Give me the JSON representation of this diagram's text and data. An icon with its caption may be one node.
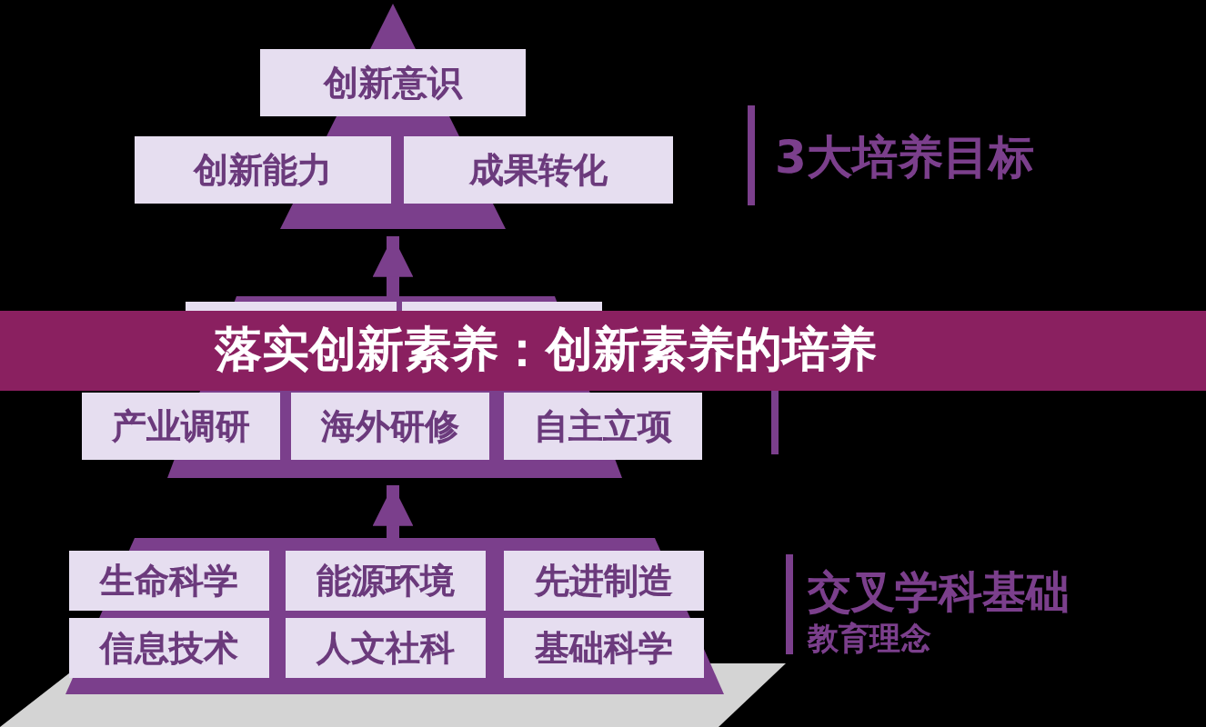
{
  "diagram": {
    "title": "落实创新素养：创新素养的培养",
    "nodes": [
      {
        "text": [],
        "shape": "triangle"
      },
      {
        "text": [
          "创新意识"
        ]
      },
      {
        "text": [
          "创新能力"
        ]
      },
      {
        "text": [
          "成果转化"
        ]
      },
      {
        "text": [],
        "shape": "trapezoid"
      },
      {
        "text": [
          "产业调研"
        ]
      },
      {
        "text": [
          "海外研修"
        ],
        "in": 4
      },
      {
        "text": [
          "自主立项"
        ]
      },
      {
        "text": [],
        "shape": "trapezoid"
      },
      {
        "text": [
          "生命科学"
        ],
        "in": 8
      },
      {
        "text": [
          "能源环境"
        ],
        "in": 8
      },
      {
        "text": [
          "先进制造"
        ],
        "in": 8
      },
      {
        "text": [
          "信息技术"
        ],
        "in": 8
      },
      {
        "text": [
          "人文社科"
        ],
        "in": 8
      },
      {
        "text": [
          "基础科学"
        ],
        "in": 8
      }
    ],
    "edges": [
      {
        "from": 8,
        "to": 4,
        "arrow": "to"
      },
      {
        "from": 4,
        "to": 0,
        "arrow": "to"
      }
    ],
    "labels": [
      "3大培养目标",
      "交叉学科基础",
      "教育理念"
    ]
  }
}
